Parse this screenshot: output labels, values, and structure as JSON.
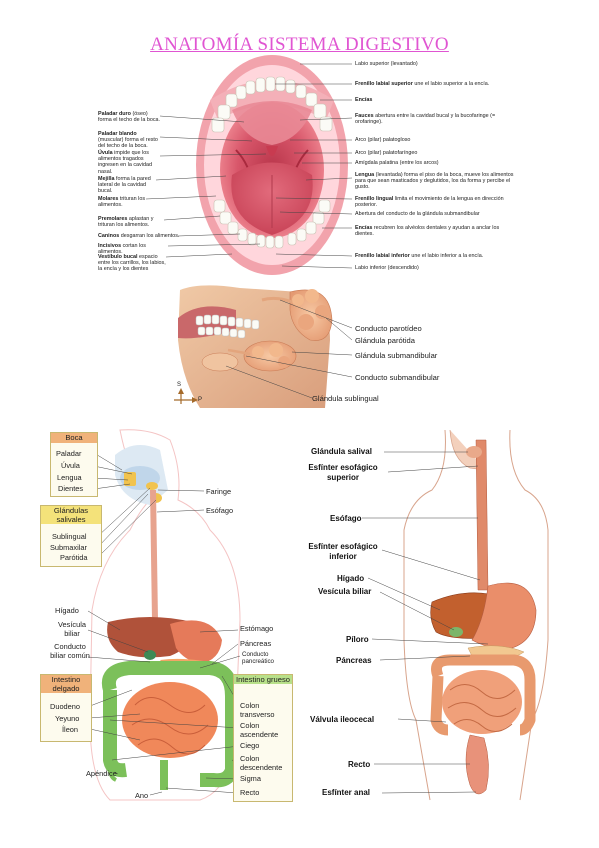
{
  "title": "ANATOMÍA SISTEMA DIGESTIVO",
  "mouth": {
    "right": [
      {
        "label": "Labio superior (levantado)"
      },
      {
        "bold": "Frenillo labial superior",
        "text": " une el labio superior a la encía."
      },
      {
        "bold": "Encías",
        "text": ""
      },
      {
        "bold": "Fauces",
        "text": " abertura entre la cavidad bucal y la bucofaringe (= orofaringe)."
      },
      {
        "label": "Arco (pilar) palatogloso"
      },
      {
        "label": "Arco (pilar) palatofaríngeo"
      },
      {
        "label": "Amígdala palatina (entre los arcos)"
      },
      {
        "bold": "Lengua",
        "text": " (levantada) forma el piso de la boca, mueve los alimentos para que sean masticados y deglutidos, los da forma y percibe el gusto."
      },
      {
        "bold": "Frenillo lingual",
        "text": " limita el movimiento de la lengua en dirección posterior."
      },
      {
        "label": "Abertura del conducto de la glándula submandibular"
      },
      {
        "bold": "Encías",
        "text": " recubren los alvéolos dentales y ayudan a anclar los dientes."
      },
      {
        "bold": "Frenillo labial inferior",
        "text": " une el labio inferior a la encía."
      },
      {
        "label": "Labio inferior (descendido)"
      }
    ],
    "left": [
      {
        "bold": "Paladar duro",
        "text": " (óseo) forma el techo de la boca."
      },
      {
        "bold": "Paladar blando",
        "text": " (muscular) forma el resto del techo de la boca."
      },
      {
        "bold": "Úvula",
        "text": " impide que los alimentos tragados ingresen en la cavidad nasal."
      },
      {
        "bold": "Mejilla",
        "text": " forma la pared lateral de la cavidad bucal."
      },
      {
        "bold": "Molares",
        "text": " trituran los alimentos."
      },
      {
        "bold": "Premolares",
        "text": " aplastan y trituran los alimentos."
      },
      {
        "bold": "Caninos",
        "text": " desgarran los alimentos."
      },
      {
        "bold": "Incisivos",
        "text": " cortan los alimentos."
      },
      {
        "bold": "Vestíbulo bucal",
        "text": " espacio entre los carrillos, los labios, la encía y los dientes"
      }
    ]
  },
  "glands": {
    "labels": [
      "Conducto parotídeo",
      "Glándula parótida",
      "Glándula submandibular",
      "Conducto submandibular",
      "Glándula sublingual"
    ],
    "compass": {
      "s": "S",
      "p": "P"
    }
  },
  "system_left": {
    "boca": {
      "header": "Boca",
      "items": [
        "Paladar",
        "Úvula",
        "Lengua",
        "Dientes"
      ]
    },
    "glandulas": {
      "header": "Glándulas salivales",
      "items": [
        "Sublingual",
        "Submaxilar",
        "Parótida"
      ]
    },
    "right_labels": [
      "Faringe",
      "Esófago"
    ],
    "left_labels": [
      "Hígado",
      "Vesícula biliar",
      "Conducto biliar común"
    ],
    "mid_labels": [
      "Estómago",
      "Páncreas",
      "Conducto pancreático"
    ],
    "delgado": {
      "header": "Intestino delgado",
      "items": [
        "Duodeno",
        "Yeyuno",
        "Íleon"
      ]
    },
    "grueso": {
      "header": "Intestino grueso",
      "items": [
        "Colon transverso",
        "Colon ascendente",
        "Ciego",
        "Colon descendente",
        "Sigma",
        "Recto"
      ]
    },
    "bottom_labels": [
      "Apéndice",
      "Ano"
    ]
  },
  "system_right": {
    "labels": [
      "Glándula salival",
      "Esfínter esofágico superior",
      "Esófago",
      "Esfínter esofágico inferior",
      "Hígado",
      "Vesícula biliar",
      "Píloro",
      "Páncreas",
      "Válvula ileocecal",
      "Recto",
      "Esfínter anal"
    ]
  },
  "colors": {
    "title": "#e055d2",
    "box_orange": "#f0b27a",
    "box_yellow": "#f4e27a",
    "box_green": "#b8e08a",
    "liver": "#b0523a",
    "stomach": "#e57a5a",
    "small_intestine": "#f0885a",
    "large_intestine": "#7cc05a"
  }
}
